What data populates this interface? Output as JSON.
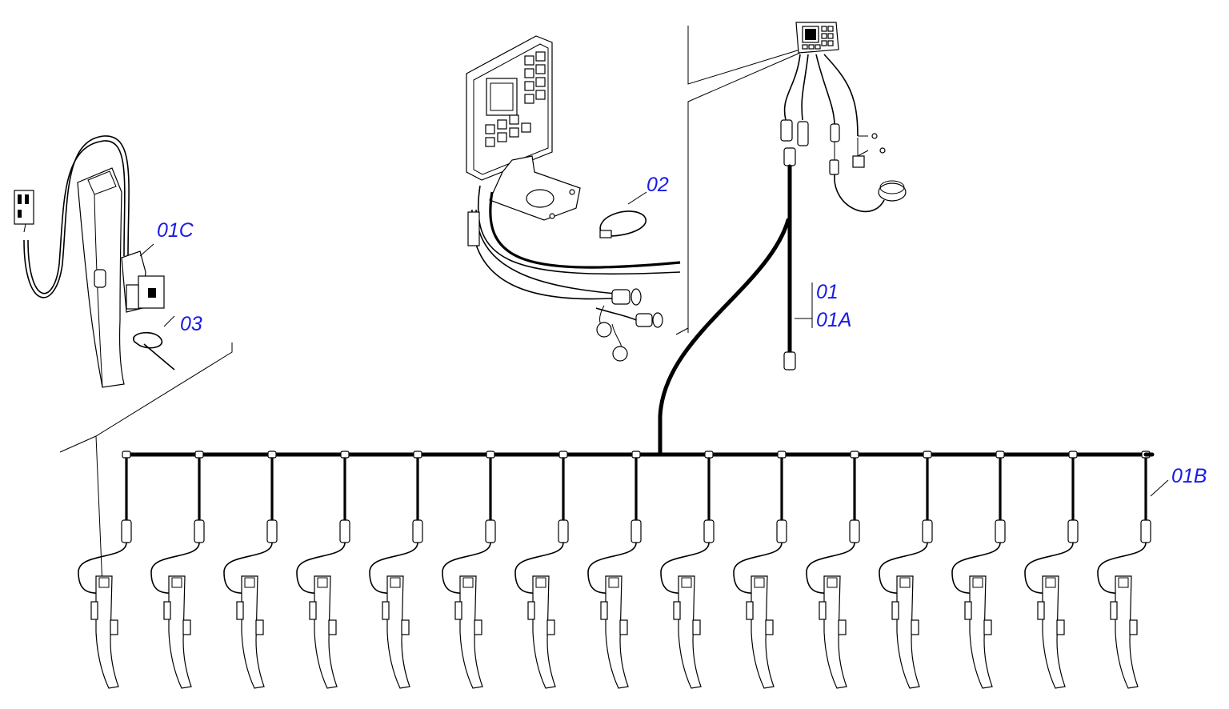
{
  "labels": {
    "l01": "01",
    "l01A": "01A",
    "l01B": "01B",
    "l01C": "01C",
    "l02": "02",
    "l03": "03"
  },
  "sensor_count": 15,
  "colors": {
    "label": "#1a1ae6",
    "line": "#000000"
  }
}
